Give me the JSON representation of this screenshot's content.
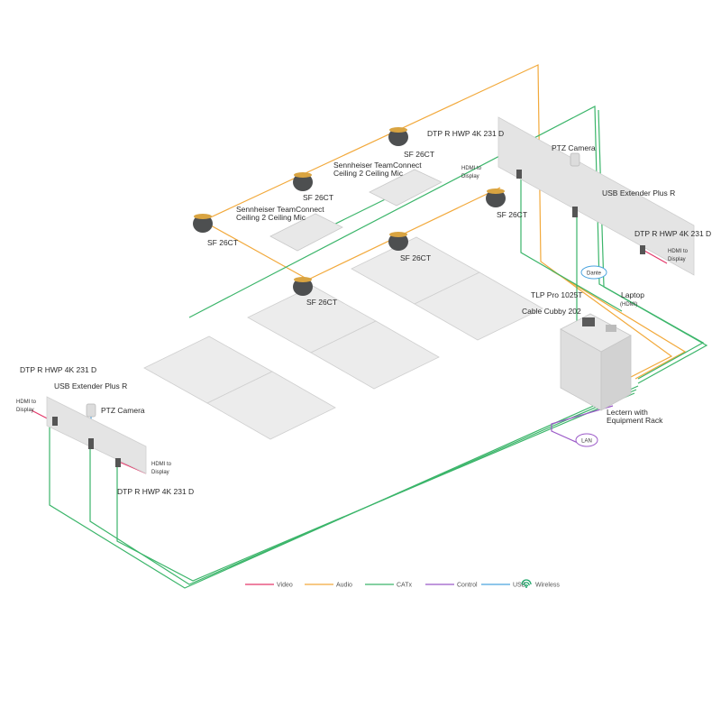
{
  "colors": {
    "video": "#e3386a",
    "audio": "#f2a93b",
    "catx": "#3bb56a",
    "control": "#9b59c8",
    "usb": "#4aa3df",
    "wireless": "#1fa66a",
    "surface": "#e6e6e6",
    "surface_edge": "#c9c9c9",
    "mic_dark": "#4d4f50",
    "mic_gold": "#d9a441"
  },
  "labels": {
    "dtp_top": "DTP R HWP 4K 231 D",
    "dtp_right": "DTP R HWP 4K 231 D",
    "dtp_left_top": "DTP R HWP 4K 231 D",
    "dtp_left_bottom": "DTP R HWP 4K 231 D",
    "hdmi_display_1": "HDMI to Display",
    "hdmi_display_2": "HDMI to Display",
    "hdmi_display_3": "HDMI to Display",
    "hdmi_display_4": "HDMI to Display",
    "ptz_right": "PTZ Camera",
    "ptz_left": "PTZ Camera",
    "usb_ext_right": "USB Extender Plus R",
    "usb_ext_left": "USB Extender Plus R",
    "mic_1": "Sennheiser TeamConnect Ceiling 2 Ceiling Mic",
    "mic_2": "Sennheiser TeamConnect Ceiling 2 Ceiling Mic",
    "sf_1": "SF 26CT",
    "sf_2": "SF 26CT",
    "sf_3": "SF 26CT",
    "sf_4": "SF 26CT",
    "sf_5": "SF 26CT",
    "sf_6": "SF 26CT",
    "tlp": "TLP Pro 1025T",
    "cubby": "Cable Cubby 202",
    "laptop": "Laptop",
    "laptop_sub": "(HDMI)",
    "lectern": "Lectern with Equipment Rack",
    "dante": "Dante",
    "lan": "LAN"
  },
  "legend": [
    {
      "name": "Video",
      "color": "#e3386a",
      "kind": "line"
    },
    {
      "name": "Audio",
      "color": "#f2a93b",
      "kind": "line"
    },
    {
      "name": "CATx",
      "color": "#3bb56a",
      "kind": "line"
    },
    {
      "name": "Control",
      "color": "#9b59c8",
      "kind": "line"
    },
    {
      "name": "USB",
      "color": "#4aa3df",
      "kind": "line"
    },
    {
      "name": "Wireless",
      "color": "#1fa66a",
      "kind": "wifi"
    }
  ]
}
